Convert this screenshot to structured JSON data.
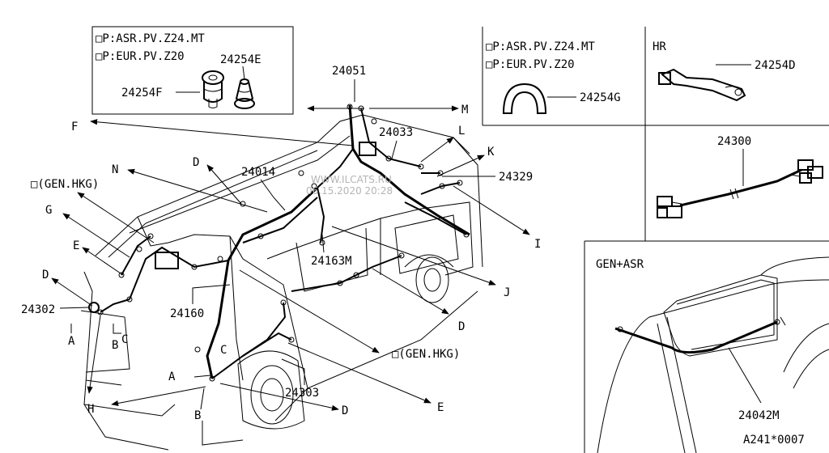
{
  "inset_top_left": {
    "option_1": "□P:ASR.PV.Z24.MT",
    "option_2": "□P:EUR.PV.Z20",
    "part_e": "24254E",
    "part_f": "24254F"
  },
  "inset_top_right": {
    "option_1": "□P:ASR.PV.Z24.MT",
    "option_2": "□P:EUR.PV.Z20",
    "part_g": "24254G",
    "hr_label": "HR",
    "part_d": "24254D",
    "part_harness": "24300"
  },
  "inset_gen_asr": {
    "title": "GEN+ASR",
    "part": "24042M"
  },
  "watermark": {
    "line1": "WWW.ILCATS.RU",
    "line2": "06.15.2020 20:28"
  },
  "parts": {
    "p24051": "24051",
    "p24033": "24033",
    "p24329": "24329",
    "p24014": "24014",
    "p24163m": "24163M",
    "p24160": "24160",
    "p24302": "24302",
    "p24303": "24303"
  },
  "letters": {
    "F": "F",
    "M": "M",
    "L": "L",
    "K": "K",
    "I": "I",
    "J": "J",
    "D1": "D",
    "D2": "D",
    "D3": "D",
    "D4": "D",
    "N": "N",
    "G": "G",
    "E1": "E",
    "E2": "E",
    "A1": "A",
    "A2": "A",
    "B1": "B",
    "B2": "B",
    "C1": "C",
    "C2": "C",
    "H": "H"
  },
  "callouts": {
    "gen_hkg_1": "□(GEN.HKG)",
    "gen_hkg_2": "□(GEN.HKG)"
  },
  "diagram_code": "A241*0007"
}
